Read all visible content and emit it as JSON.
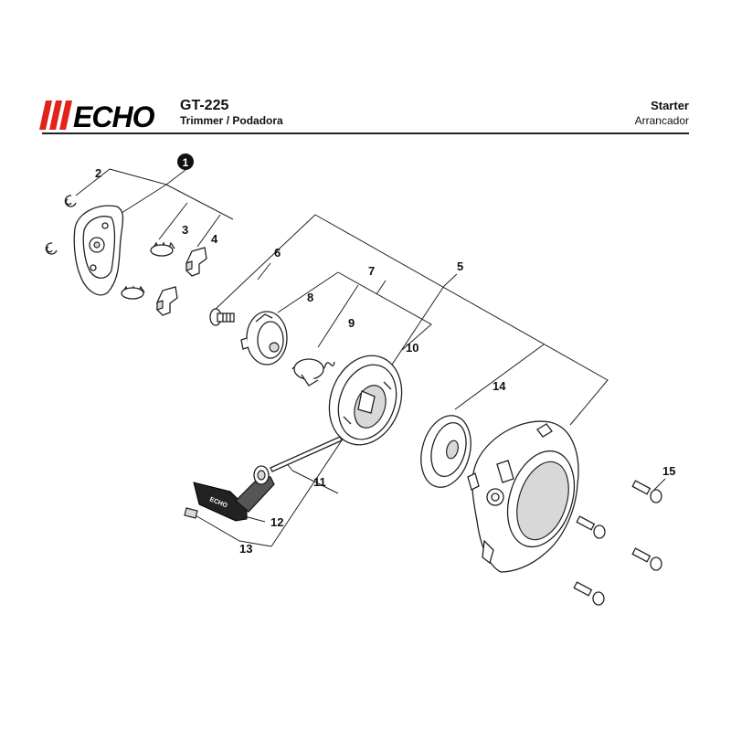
{
  "brand": {
    "logo_text": "ECHO",
    "color": "#e2231a"
  },
  "header": {
    "model": "GT-225",
    "subtitle": "Trimmer / Podadora",
    "section_title": "Starter",
    "section_title_es": "Arrancador"
  },
  "diagram": {
    "callouts": {
      "c1": "1",
      "c2": "2",
      "c3": "3",
      "c4": "4",
      "c5": "5",
      "c6": "6",
      "c7": "7",
      "c8": "8",
      "c9": "9",
      "c10": "10",
      "c11": "11",
      "c12": "12",
      "c13": "13",
      "c14": "14",
      "c15": "15"
    },
    "handle_text": "ECHO"
  }
}
